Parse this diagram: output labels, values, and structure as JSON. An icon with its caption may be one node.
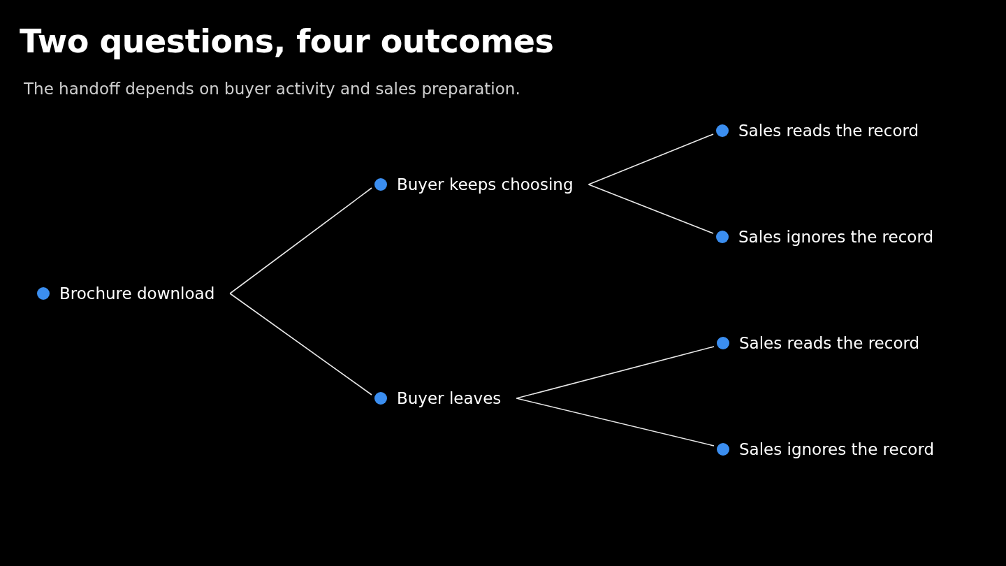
{
  "diagram": {
    "title": "Two questions, four outcomes",
    "caption": "The handoff depends on buyer activity and sales preparation.",
    "nodes": [
      {
        "text": [
          "Brochure download"
        ]
      },
      {
        "text": [
          "Buyer keeps choosing"
        ]
      },
      {
        "text": [
          "Buyer leaves"
        ]
      },
      {
        "text": [
          "Sales reads the record"
        ]
      },
      {
        "text": [
          "Sales ignores the record"
        ]
      },
      {
        "text": [
          "Sales reads the record"
        ]
      },
      {
        "text": [
          "Sales ignores the record"
        ]
      }
    ],
    "edges": [
      {
        "from": 0,
        "to": 1,
        "arrow": "none"
      },
      {
        "from": 0,
        "to": 2,
        "arrow": "none"
      },
      {
        "from": 1,
        "to": 3,
        "arrow": "none"
      },
      {
        "from": 1,
        "to": 4,
        "arrow": "none"
      },
      {
        "from": 2,
        "to": 5,
        "arrow": "none"
      },
      {
        "from": 2,
        "to": 6,
        "arrow": "none"
      }
    ]
  }
}
